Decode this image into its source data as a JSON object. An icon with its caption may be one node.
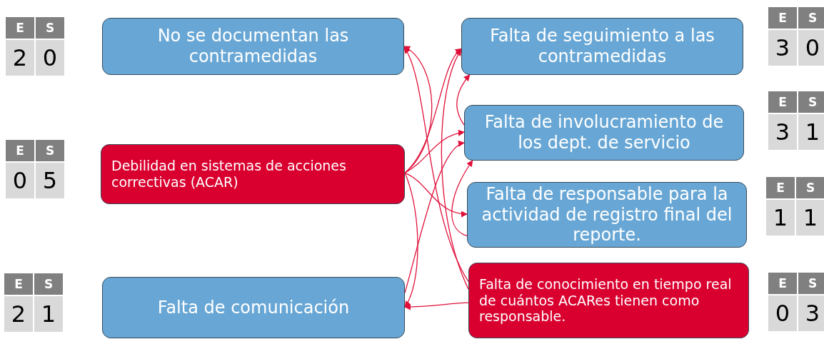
{
  "diagram": {
    "nodes": [
      {
        "text": [
          "No se documentan las contramedidas"
        ],
        "beside": [
          "E",
          "S",
          "2",
          "0"
        ]
      },
      {
        "text": [
          "Falta de seguimiento a las contramedidas"
        ],
        "beside": [
          "E",
          "S",
          "3",
          "0"
        ]
      },
      {
        "text": [
          "Falta de involucramiento de los dept. de servicio"
        ],
        "beside": [
          "E",
          "S",
          "3",
          "1"
        ]
      },
      {
        "text": [
          "Debilidad en sistemas de acciones correctivas (ACAR)"
        ],
        "beside": [
          "E",
          "S",
          "0",
          "5"
        ]
      },
      {
        "text": [
          "Falta de responsable para la actividad de registro final del reporte."
        ],
        "beside": [
          "E",
          "S",
          "1",
          "1"
        ]
      },
      {
        "text": [
          "Falta de comunicación"
        ],
        "beside": [
          "E",
          "S",
          "2",
          "1"
        ]
      },
      {
        "text": [
          "Falta de conocimiento en tiempo real de cuántos ACARes tienen como responsable."
        ],
        "beside": [
          "E",
          "S",
          "0",
          "3"
        ]
      }
    ],
    "edges": [
      {
        "from": 3,
        "to": 0,
        "arrow": "to"
      },
      {
        "from": 3,
        "to": 1,
        "arrow": "to"
      },
      {
        "from": 3,
        "to": 2,
        "arrow": "to"
      },
      {
        "from": 3,
        "to": 4,
        "arrow": "to"
      },
      {
        "from": 3,
        "to": 5,
        "arrow": "to"
      },
      {
        "from": 6,
        "to": 0,
        "arrow": "to"
      },
      {
        "from": 6,
        "to": 1,
        "arrow": "to"
      },
      {
        "from": 6,
        "to": 5,
        "arrow": "to"
      },
      {
        "from": 2,
        "to": 1,
        "arrow": "to"
      },
      {
        "from": 4,
        "to": 2,
        "arrow": "to"
      },
      {
        "from": 5,
        "to": 2,
        "arrow": "to"
      }
    ]
  }
}
